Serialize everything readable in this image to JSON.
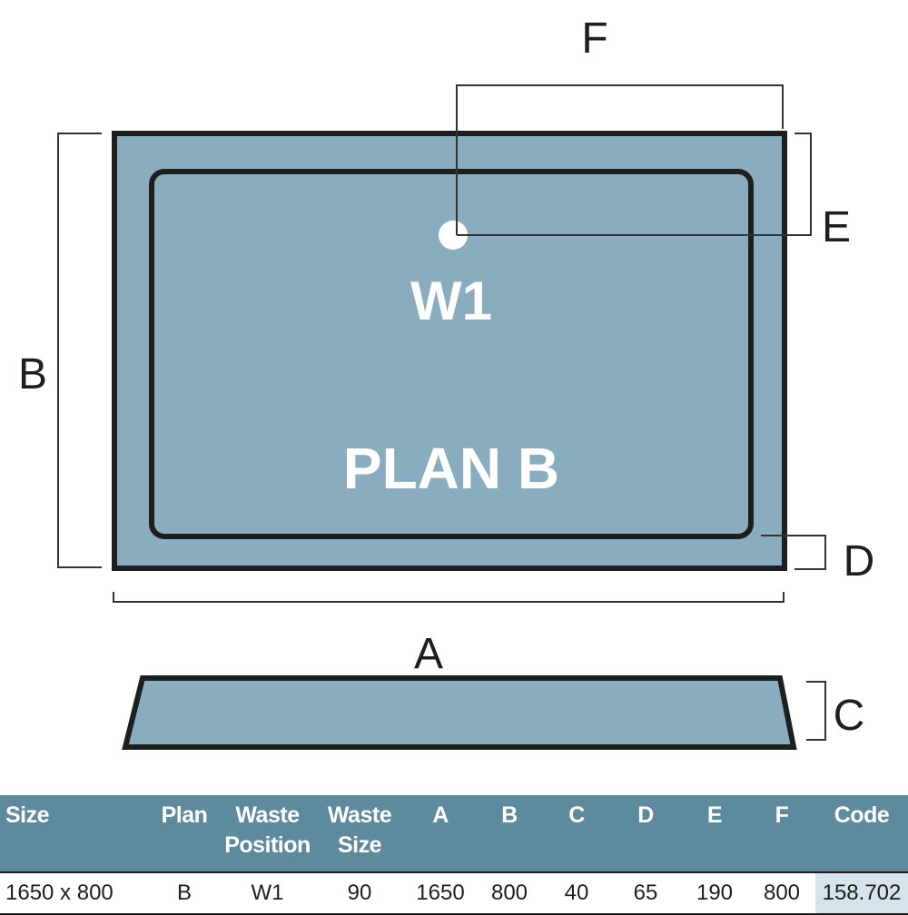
{
  "diagram": {
    "plan_label": "PLAN B",
    "waste_label": "W1",
    "dimension_labels": {
      "a": "A",
      "b": "B",
      "c": "C",
      "d": "D",
      "e": "E",
      "f": "F"
    },
    "colors": {
      "tray_fill": "#8aacbf",
      "outline": "#1e1e1e",
      "dimension_line": "#333333",
      "label_white": "#ffffff"
    }
  },
  "table": {
    "header_color": "#5e8a9d",
    "columns": {
      "size": "Size",
      "plan": "Plan",
      "waste_position": [
        "Waste",
        "Position"
      ],
      "waste_size": [
        "Waste",
        "Size"
      ],
      "a": "A",
      "b": "B",
      "c": "C",
      "d": "D",
      "e": "E",
      "f": "F",
      "code": "Code"
    },
    "row": {
      "size": "1650 x 800",
      "plan": "B",
      "waste_position": "W1",
      "waste_size": "90",
      "a": "1650",
      "b": "800",
      "c": "40",
      "d": "65",
      "e": "190",
      "f": "800",
      "code": "158.702"
    }
  }
}
